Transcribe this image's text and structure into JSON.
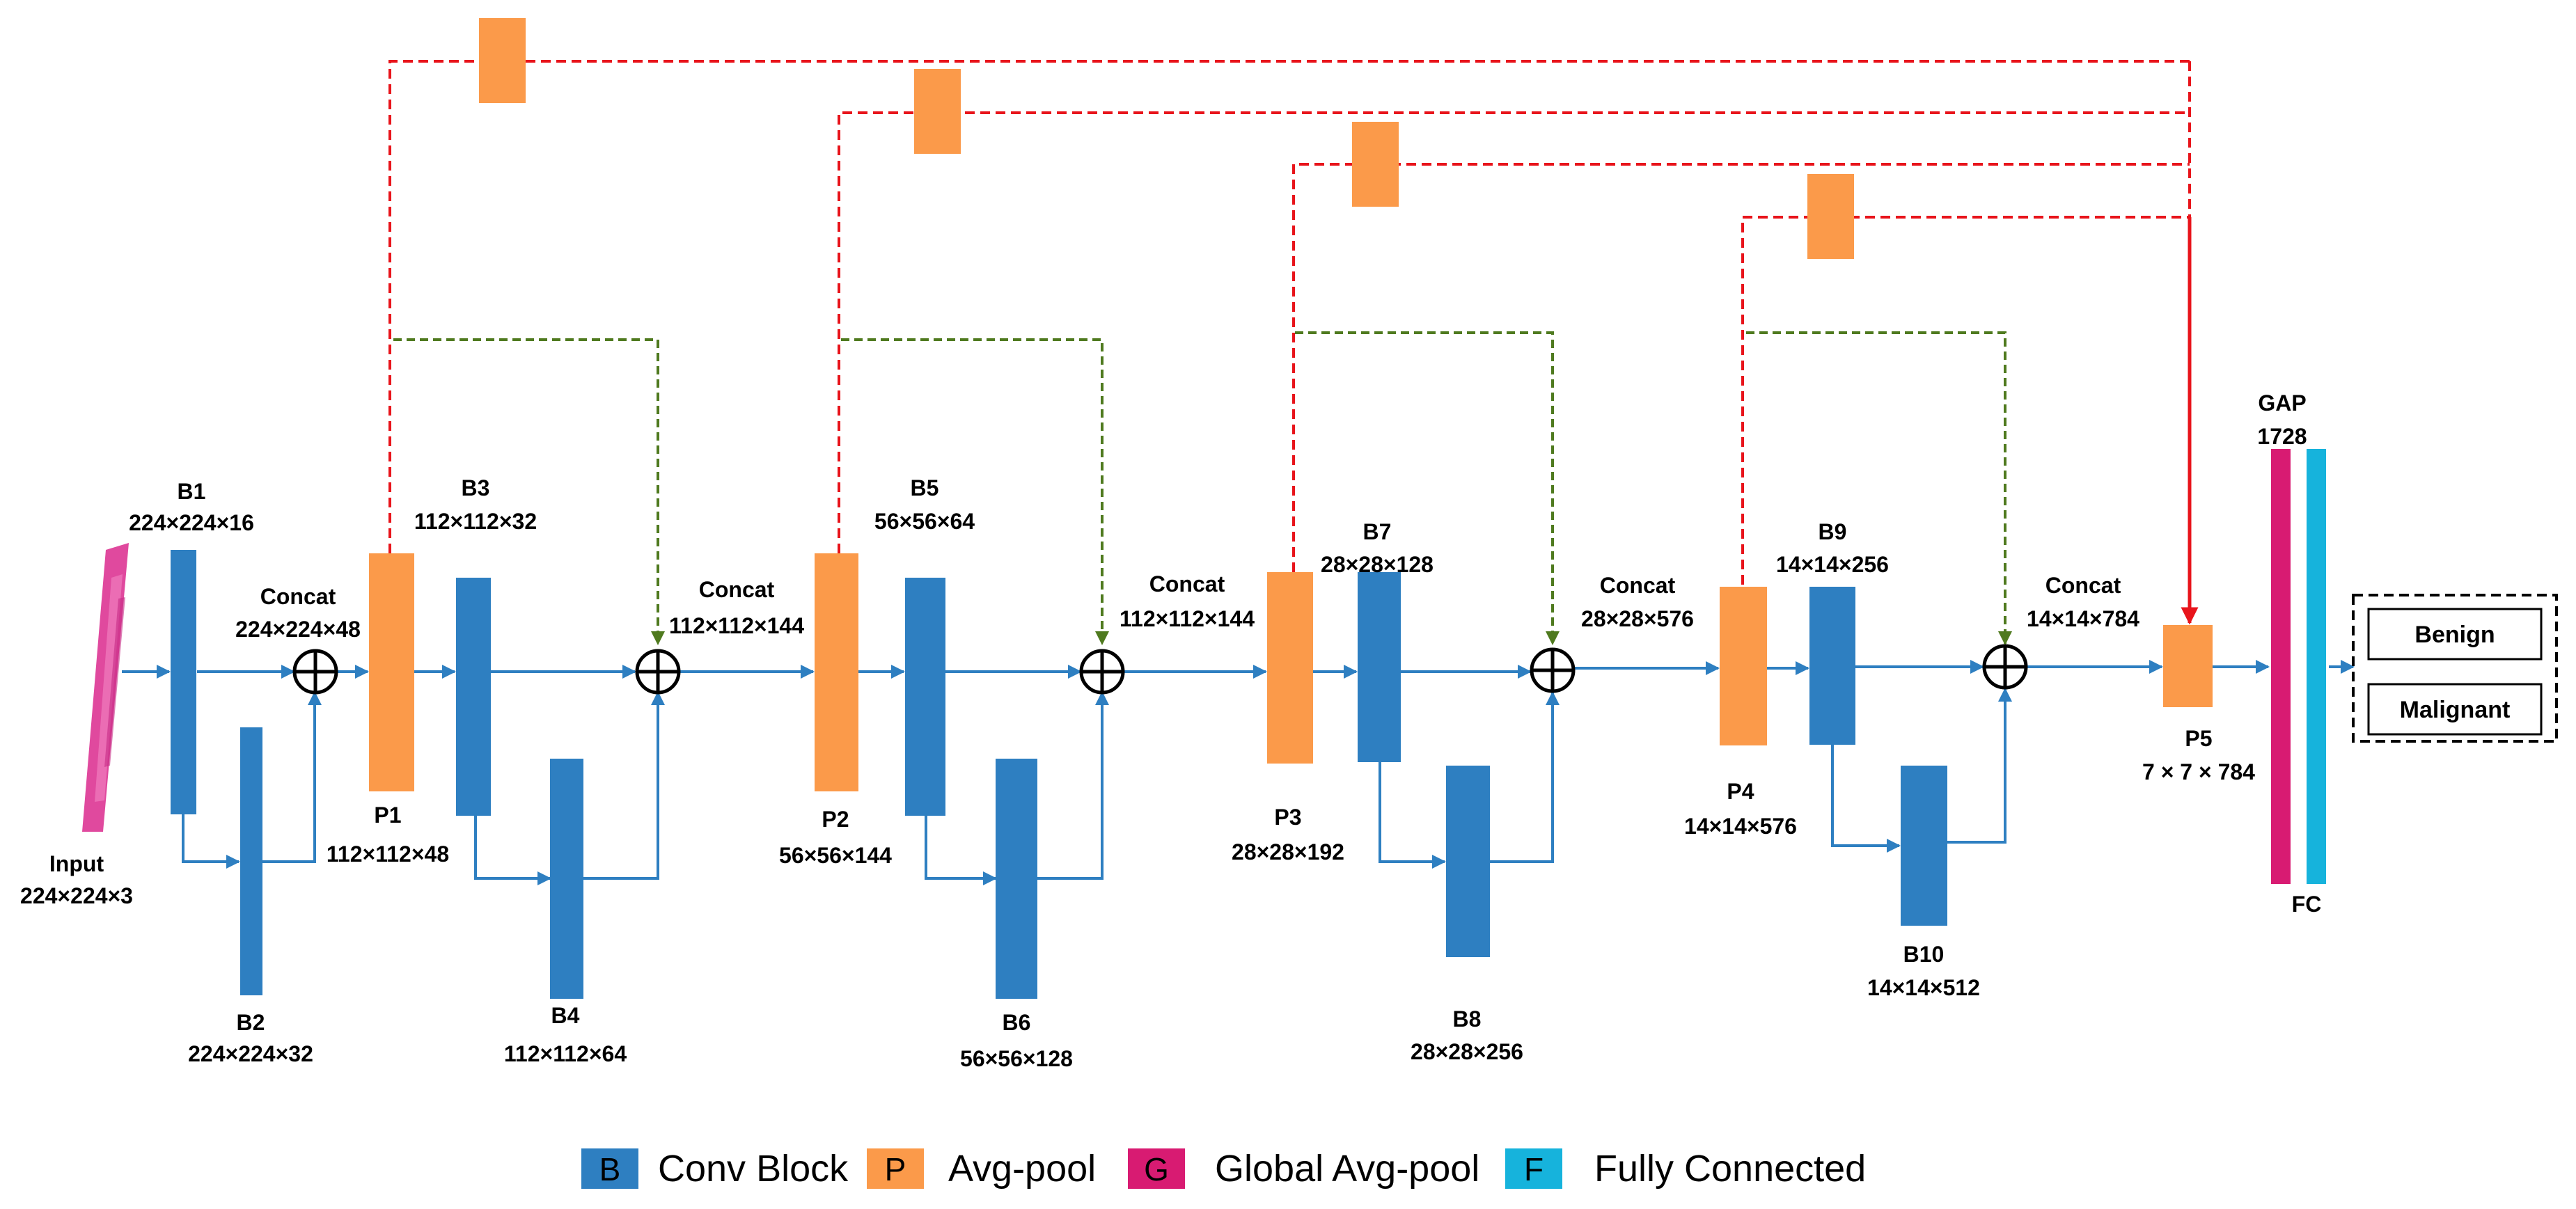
{
  "input": {
    "name": "Input",
    "dims": "224×224×3"
  },
  "blocks": {
    "B1": {
      "name": "B1",
      "dims": "224×224×16"
    },
    "B2": {
      "name": "B2",
      "dims": "224×224×32"
    },
    "B3": {
      "name": "B3",
      "dims": "112×112×32"
    },
    "B4": {
      "name": "B4",
      "dims": "112×112×64"
    },
    "B5": {
      "name": "B5",
      "dims": "56×56×64"
    },
    "B6": {
      "name": "B6",
      "dims": "56×56×128"
    },
    "B7": {
      "name": "B7",
      "dims": "28×28×128"
    },
    "B8": {
      "name": "B8",
      "dims": "28×28×256"
    },
    "B9": {
      "name": "B9",
      "dims": "14×14×256"
    },
    "B10": {
      "name": "B10",
      "dims": "14×14×512"
    }
  },
  "pools": {
    "P1": {
      "name": "P1",
      "dims": "112×112×48"
    },
    "P2": {
      "name": "P2",
      "dims": "56×56×144"
    },
    "P3": {
      "name": "P3",
      "dims": "28×28×192"
    },
    "P4": {
      "name": "P4",
      "dims": "14×14×576"
    },
    "P5": {
      "name": "P5",
      "dims": "7 × 7 × 784"
    }
  },
  "concats": [
    {
      "name": "Concat",
      "dims": "224×224×48"
    },
    {
      "name": "Concat",
      "dims": "112×112×144"
    },
    {
      "name": "Concat",
      "dims": "112×112×144"
    },
    {
      "name": "Concat",
      "dims": "28×28×576"
    },
    {
      "name": "Concat",
      "dims": "14×14×784"
    }
  ],
  "gap": {
    "name": "GAP",
    "dims": "1728"
  },
  "fc": {
    "name": "FC"
  },
  "outputs": [
    "Benign",
    "Malignant"
  ],
  "legend": [
    {
      "key": "B",
      "label": "Conv Block",
      "color": "#2e7fc1"
    },
    {
      "key": "P",
      "label": "Avg-pool",
      "color": "#fb9a4a"
    },
    {
      "key": "G",
      "label": "Global Avg-pool",
      "color": "#d81b72"
    },
    {
      "key": "F",
      "label": "Fully Connected",
      "color": "#16b3dc"
    }
  ],
  "colors": {
    "conv": "#2e7fc1",
    "pool": "#fb9a4a",
    "gap": "#d81b72",
    "fc": "#16b3dc",
    "flow": "#2e7fc1",
    "skip_red": "#e8141b",
    "skip_green": "#4f7a1f"
  }
}
